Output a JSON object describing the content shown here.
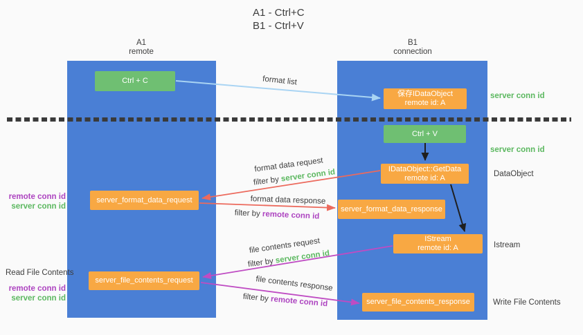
{
  "title": {
    "line1": "A1 - Ctrl+C",
    "line2": "B1 - Ctrl+V"
  },
  "lifelines": {
    "a1": {
      "name": "A1",
      "role": "remote"
    },
    "b1": {
      "name": "B1",
      "role": "connection"
    }
  },
  "nodes": {
    "ctrl_c": "Ctrl + C",
    "ctrl_v": "Ctrl + V",
    "save_idataobject": {
      "line1": "保存IDataObject",
      "line2": "remote id: A"
    },
    "getdata": {
      "line1": "IDataObject::GetData",
      "line2": "remote id: A"
    },
    "istream": {
      "line1": "IStream",
      "line2": "remote id: A"
    },
    "format_request": "server_format_data_request",
    "format_response": "server_format_data_response",
    "file_request": "server_file_contents_request",
    "file_response": "server_file_contents_response"
  },
  "arrow_labels": {
    "format_list": "format list",
    "format_data_request": "format data request",
    "format_data_response": "format data response",
    "file_contents_request": "file contents request",
    "file_contents_response": "file contents response",
    "filter_by": "filter by"
  },
  "side_labels": {
    "server_conn_id": "server conn id",
    "remote_conn_id": "remote conn id",
    "dataobject": "DataObject",
    "istream": "Istream",
    "read_file_contents": "Read File Contents",
    "write_file_contents": "Write File Contents"
  },
  "colors": {
    "lifeline_blue": "#4a7fd5",
    "node_green": "#6fbf72",
    "node_orange": "#f8a843",
    "arrow_red": "#ec6a5d",
    "arrow_magenta": "#bf4cc3",
    "arrow_lightblue": "#a9d4f3",
    "arrow_black": "#1f1f1f",
    "dotted_divider": "#3a3a3a",
    "text_green": "#5cb860",
    "text_purple": "#ad44c0",
    "text_dark": "#3d3d3d",
    "background": "#fafafa"
  }
}
